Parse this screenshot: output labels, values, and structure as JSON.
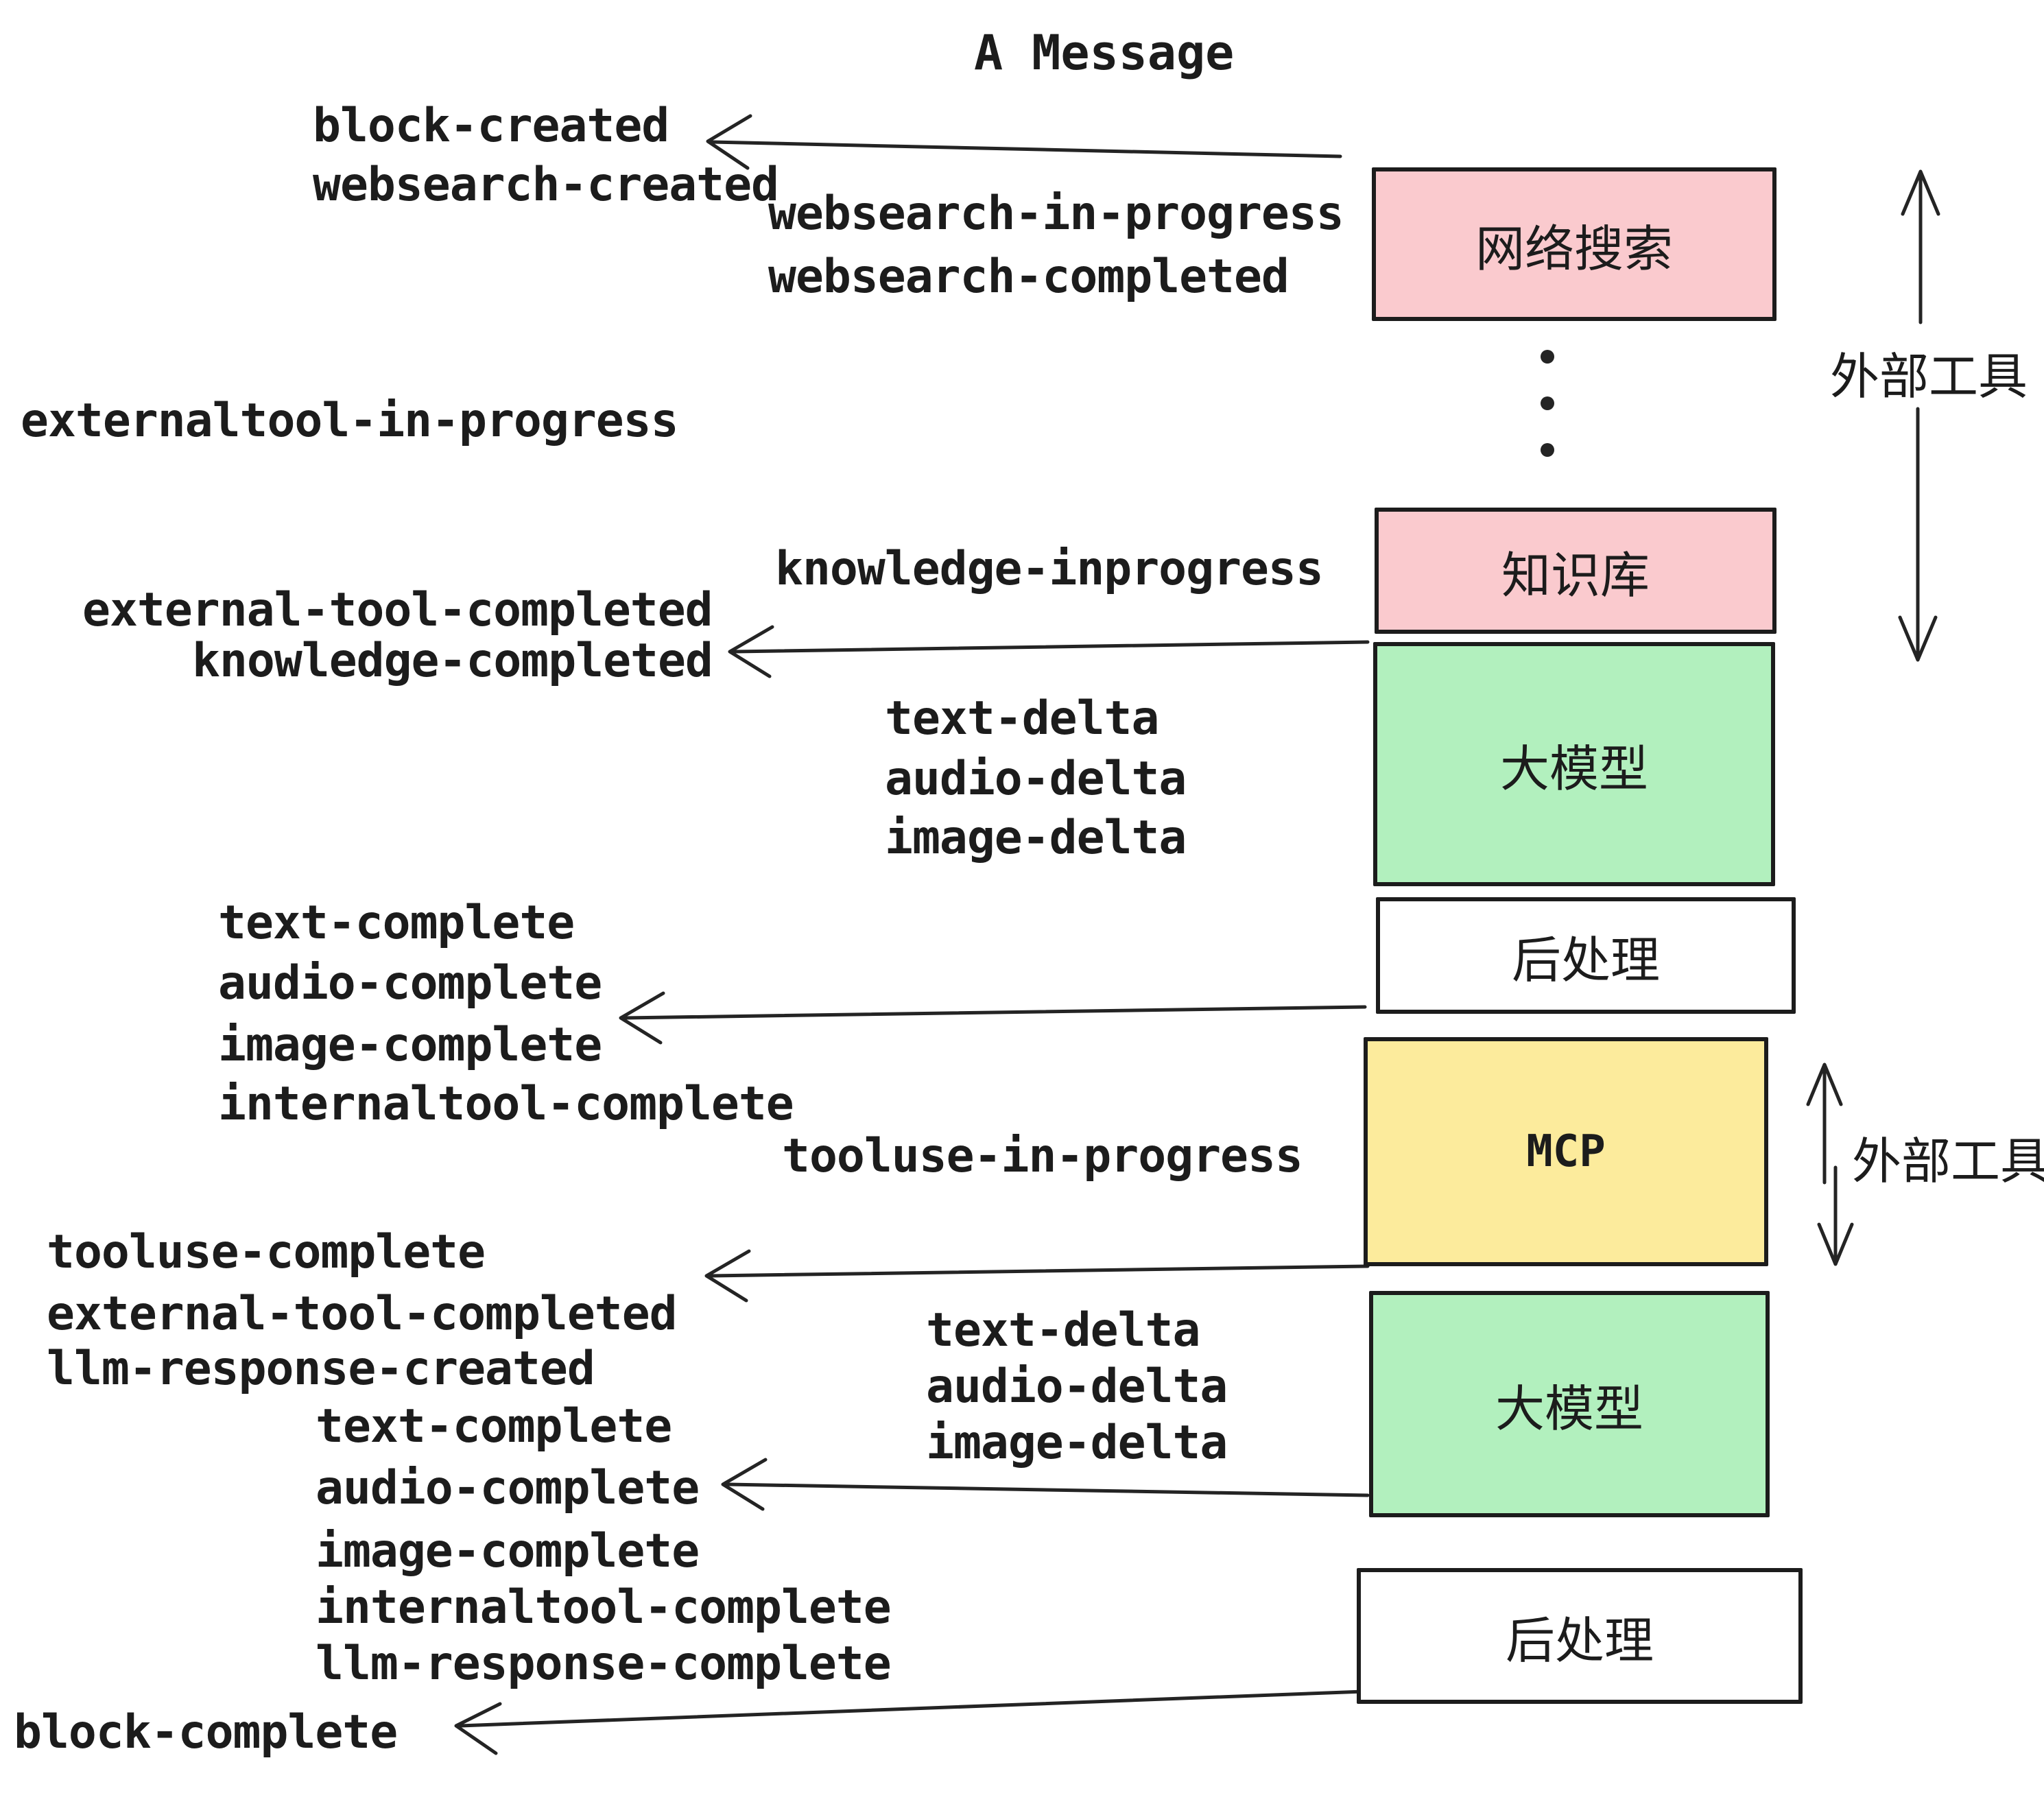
{
  "title": "A Message",
  "events": [
    "block-created",
    "websearch-created",
    "websearch-in-progress",
    "websearch-completed",
    "externaltool-in-progress",
    "knowledge-inprogress",
    "external-tool-completed",
    "knowledge-completed",
    "text-delta",
    "audio-delta",
    "image-delta",
    "text-complete",
    "audio-complete",
    "image-complete",
    "internaltool-complete",
    "tooluse-in-progress",
    "tooluse-complete",
    "external-tool-completed",
    "llm-response-created",
    "text-delta",
    "audio-delta",
    "image-delta",
    "text-complete",
    "audio-complete",
    "image-complete",
    "internaltool-complete",
    "llm-response-complete",
    "block-complete"
  ],
  "boxes": [
    {
      "label": "网络搜索",
      "color": "#facace"
    },
    {
      "label": "知识库",
      "color": "#facace"
    },
    {
      "label": "大模型",
      "color": "#b2f0be"
    },
    {
      "label": "后处理",
      "color": "#ffffff"
    },
    {
      "label": "MCP",
      "color": "#fceb9c"
    },
    {
      "label": "大模型",
      "color": "#b2f0be"
    },
    {
      "label": "后处理",
      "color": "#ffffff"
    }
  ],
  "side_labels": [
    {
      "label": "外部工具"
    },
    {
      "label": "外部工具"
    }
  ],
  "colors": {
    "pink": "#facace",
    "green": "#b2f0be",
    "yellow": "#fceb9c",
    "white": "#ffffff",
    "ink": "#1c1c1c",
    "background": "#ffffff"
  }
}
